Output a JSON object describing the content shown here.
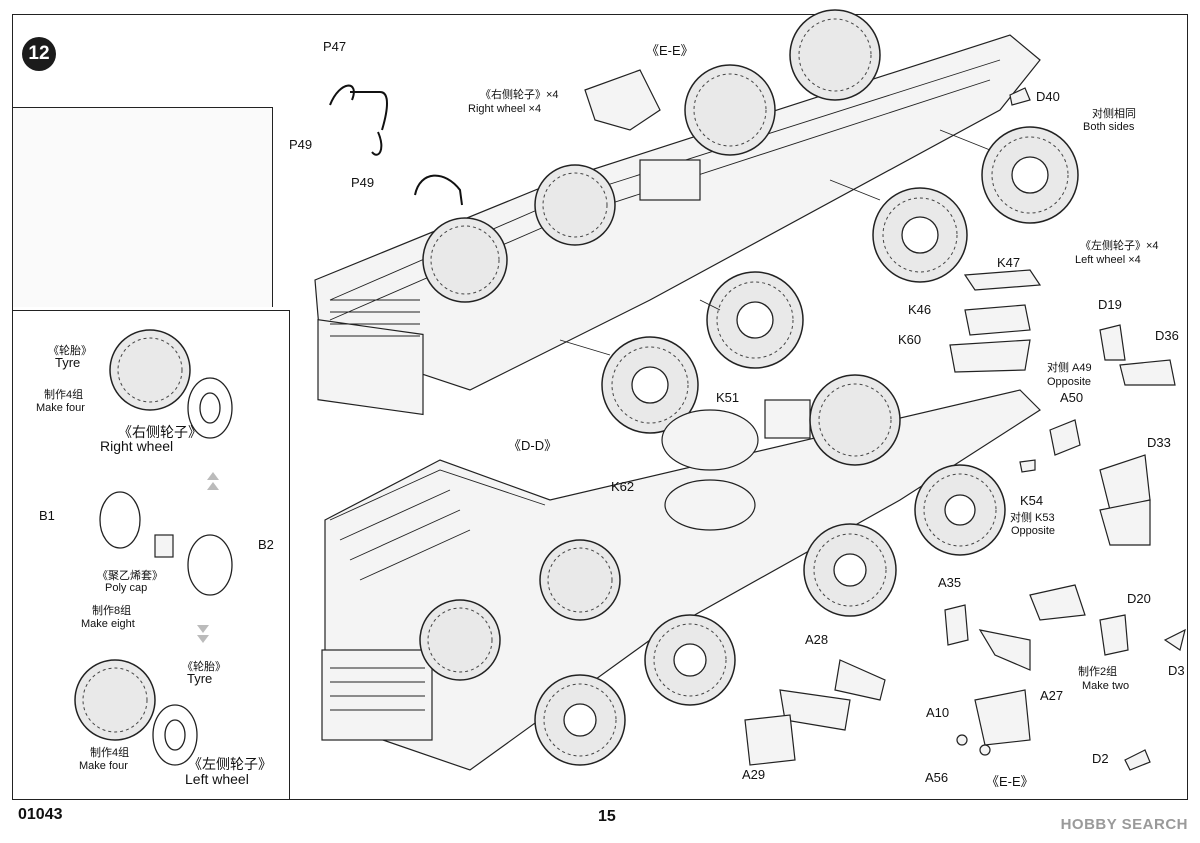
{
  "step": {
    "number": "12"
  },
  "footer": {
    "product_code": "01043",
    "page_number": "15",
    "watermark": "HOBBY SEARCH"
  },
  "labels": {
    "p47": "P47",
    "p49a": "P49",
    "p49b": "P49",
    "ee_top": "《E-E》",
    "right_wheel_cn": "《右侧轮子》×4",
    "right_wheel_en": "Right wheel ×4",
    "d40": "D40",
    "both_sides_cn": "对侧相同",
    "both_sides_en": "Both sides",
    "left_wheel_cn": "《左侧轮子》×4",
    "left_wheel_en": "Left wheel ×4",
    "k47": "K47",
    "k46": "K46",
    "k60": "K60",
    "d19": "D19",
    "d36": "D36",
    "opp_a49_cn": "对侧 A49",
    "opp_a49_en": "Opposite",
    "a50": "A50",
    "k51": "K51",
    "d33": "D33",
    "dd": "《D-D》",
    "k62": "K62",
    "k54": "K54",
    "opp_k53_cn": "对侧 K53",
    "opp_k53_en": "Opposite",
    "a35": "A35",
    "d20": "D20",
    "a28": "A28",
    "make_two_cn": "制作2组",
    "make_two_en": "Make two",
    "d3": "D3",
    "a27": "A27",
    "a10": "A10",
    "a29": "A29",
    "d2": "D2",
    "a56": "A56",
    "ee_bottom": "《E-E》"
  },
  "side_panel": {
    "tyre1_cn": "《轮胎》",
    "tyre1_en": "Tyre",
    "make_four1_cn": "制作4组",
    "make_four1_en": "Make four",
    "right_wheel_cn": "《右侧轮子》",
    "right_wheel_en": "Right wheel",
    "b1": "B1",
    "b2": "B2",
    "poly_cap_cn": "《聚乙烯套》",
    "poly_cap_en": "Poly cap",
    "make_eight_cn": "制作8组",
    "make_eight_en": "Make eight",
    "tyre2_cn": "《轮胎》",
    "tyre2_en": "Tyre",
    "make_four2_cn": "制作4组",
    "make_four2_en": "Make four",
    "left_wheel_cn": "《左侧轮子》",
    "left_wheel_en": "Left wheel"
  }
}
